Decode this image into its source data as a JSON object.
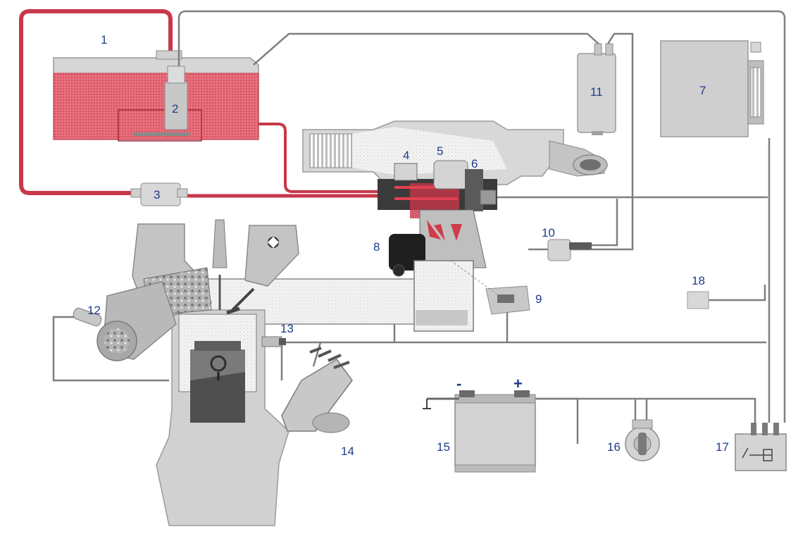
{
  "labels": {
    "n1": "1",
    "n2": "2",
    "n3": "3",
    "n4": "4",
    "n5": "5",
    "n6": "6",
    "n7": "7",
    "n8": "8",
    "n9": "9",
    "n10": "10",
    "n11": "11",
    "n12": "12",
    "n13": "13",
    "n14": "14",
    "n15": "15",
    "n16": "16",
    "n17": "17",
    "n18": "18"
  },
  "battery": {
    "minus": "-",
    "plus": "+"
  },
  "colors": {
    "fuel": "#c8374a",
    "fuel_fill": "#e8707d",
    "component": "#d6d6d6",
    "component_dark": "#9a9a9a",
    "wire": "#7f7f7f",
    "label": "#1f3c8c"
  }
}
